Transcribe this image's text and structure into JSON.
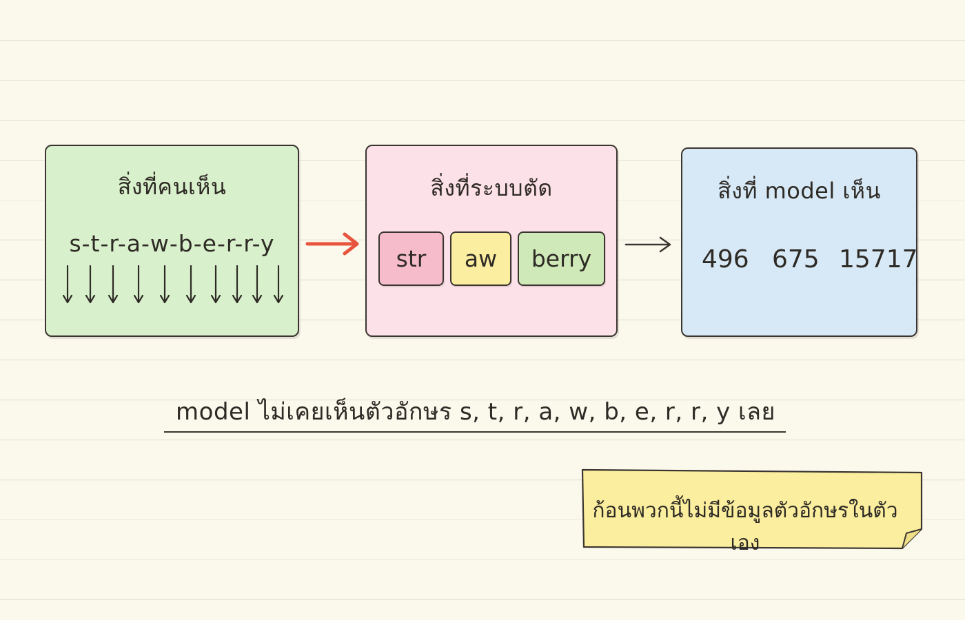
{
  "panels": {
    "human": {
      "title": "สิ่งที่คนเห็น",
      "letters": "s-t-r-a-w-b-e-r-r-y",
      "arrow_count": 10
    },
    "split": {
      "title": "สิ่งที่ระบบตัด",
      "tokens": [
        "str",
        "aw",
        "berry"
      ]
    },
    "model": {
      "title": "สิ่งที่ model เห็น",
      "ids": [
        "496",
        "675",
        "15717"
      ]
    }
  },
  "caption": "model ไม่เคยเห็นตัวอักษร  s, t, r, a, w, b, e, r, r, y  เลย",
  "sticky_note": "ก้อนพวกนี้ไม่มีข้อมูลตัวอักษรในตัวเอง",
  "colors": {
    "human_panel": "#d9f0cc",
    "split_panel": "#fde1e8",
    "model_panel": "#d7e9f6",
    "highlight_arrow": "#e8553e",
    "sticky": "#fbee9e"
  }
}
